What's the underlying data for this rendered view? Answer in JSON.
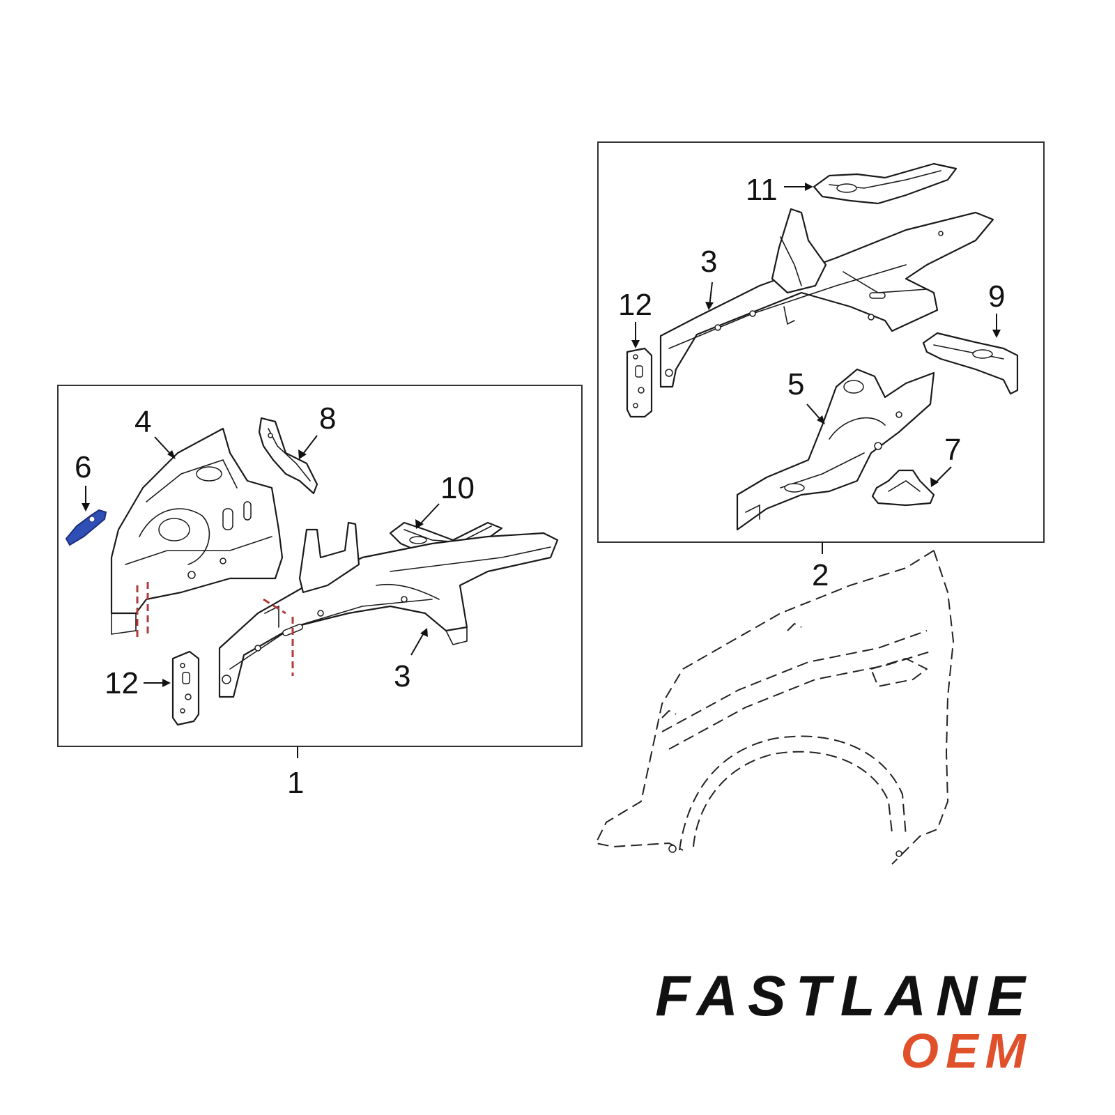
{
  "callouts": {
    "c1": "1",
    "c2": "2",
    "c3_left": "3",
    "c3_right": "3",
    "c4": "4",
    "c5": "5",
    "c6": "6",
    "c7": "7",
    "c8": "8",
    "c9": "9",
    "c10": "10",
    "c11": "11",
    "c12_left": "12",
    "c12_right": "12"
  },
  "brand": {
    "name": "FASTLANE",
    "sub": "OEM",
    "name_color": "#111111",
    "sub_color": "#e0502a"
  },
  "colors": {
    "highlight_part": "#2f4fb6",
    "weld_lines": "#b23a3a"
  }
}
